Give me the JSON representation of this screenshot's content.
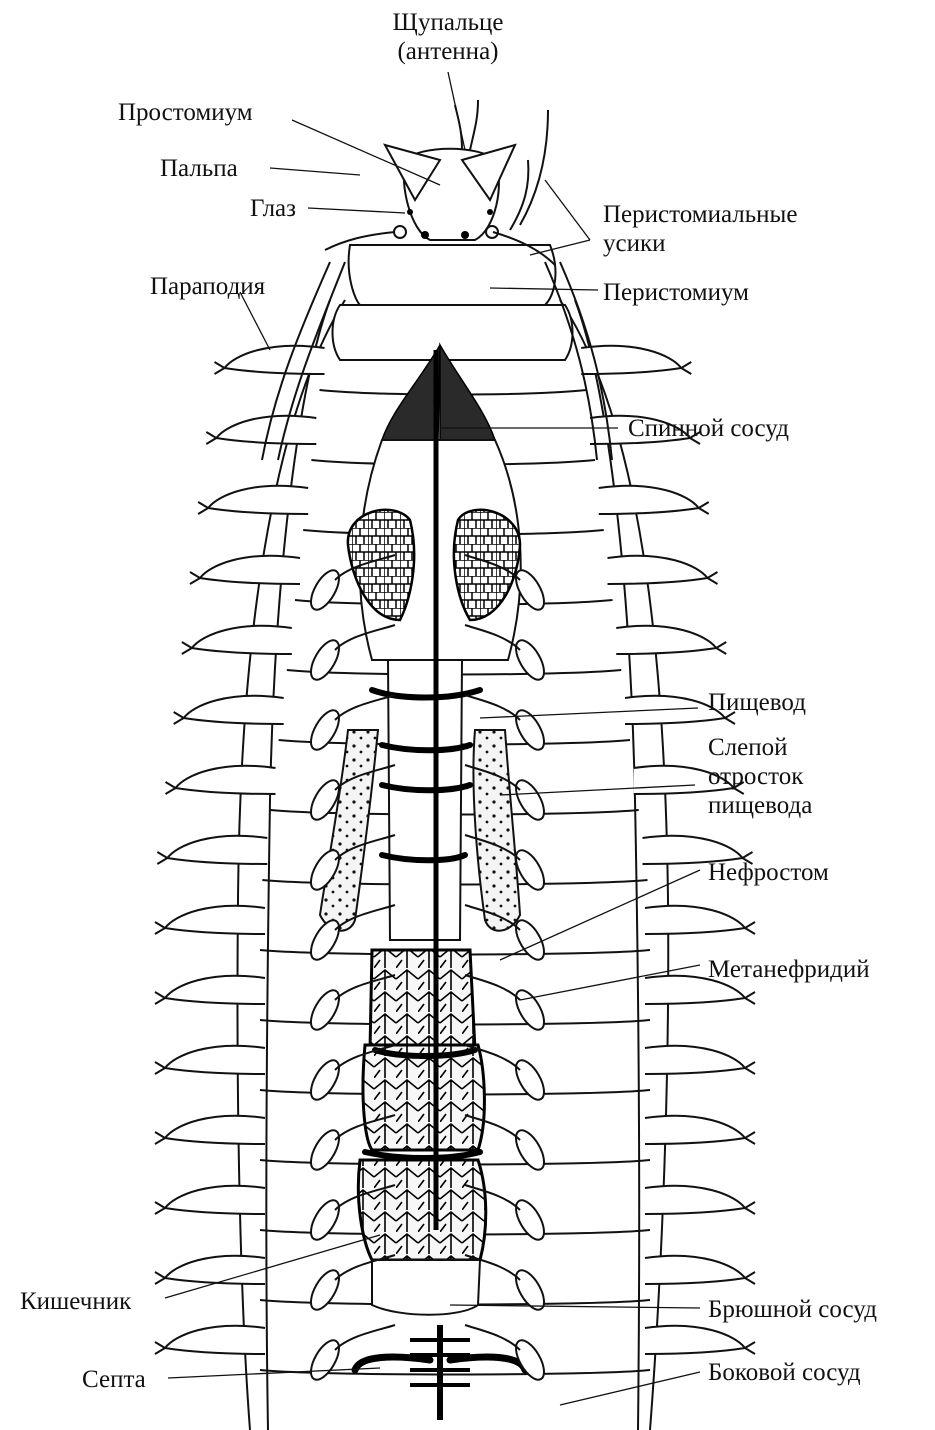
{
  "labels": {
    "tentacle_line1": "Щупальце",
    "tentacle_line2": "(антенна)",
    "prostomium": "Простомиум",
    "palp": "Пальпа",
    "eye": "Глаз",
    "parapodia": "Параподия",
    "peristomial_cirri_line1": "Перистомиальные",
    "peristomial_cirri_line2": "усики",
    "peristomium": "Перистомиум",
    "dorsal_vessel": "Спинной сосуд",
    "esophagus": "Пищевод",
    "caecum_line1": "Слепой",
    "caecum_line2": "отросток",
    "caecum_line3": "пищевода",
    "nephrostome": "Нефростом",
    "metanephridium": "Метанефридий",
    "intestine": "Кишечник",
    "ventral_vessel": "Брюшной сосуд",
    "septum": "Септа",
    "lateral_vessel": "Боковой сосуд"
  },
  "colors": {
    "ink": "#111111",
    "background": "#ffffff"
  }
}
